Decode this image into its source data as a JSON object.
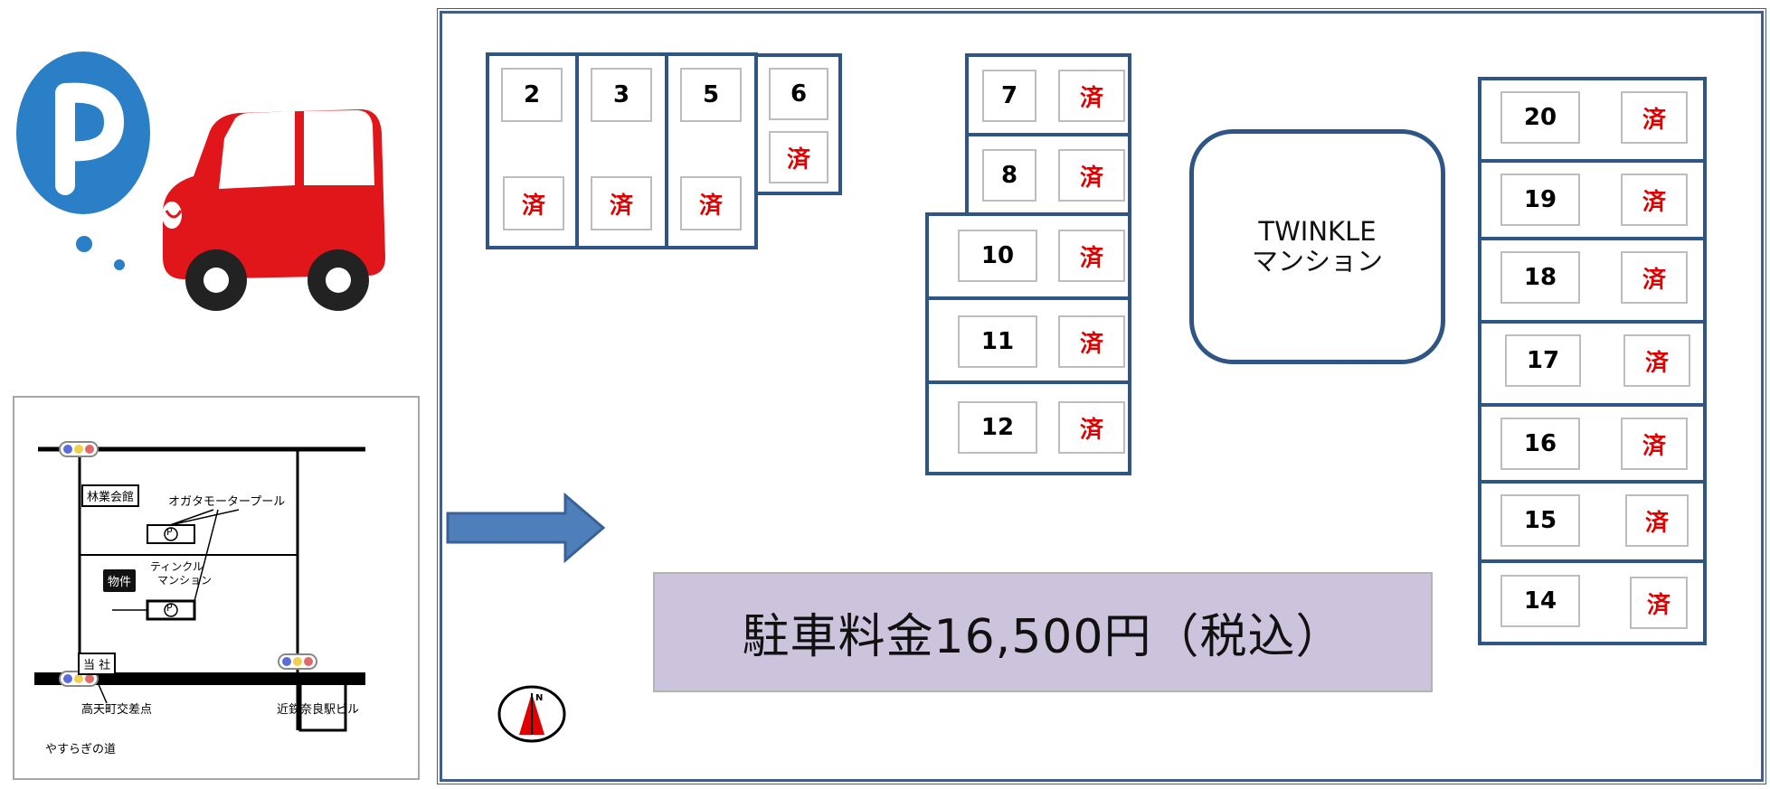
{
  "map": {
    "labels": {
      "forestry_hall": "林業会館",
      "ogata_pool": "オガタモータープール",
      "property": "物件",
      "twinkle_l1": "ティンクル",
      "twinkle_l2": "マンション",
      "company": "当 社",
      "takatenmachi": "高天町交差点",
      "kintetsu": "近鉄奈良駅ビル",
      "yasuragi": "やすらぎの道",
      "p1": "P",
      "p2": "P"
    }
  },
  "spaces": [
    {
      "number": "2",
      "status": "済"
    },
    {
      "number": "3",
      "status": "済"
    },
    {
      "number": "5",
      "status": "済"
    },
    {
      "number": "6",
      "status": "済"
    },
    {
      "number": "7",
      "status": "済"
    },
    {
      "number": "8",
      "status": "済"
    },
    {
      "number": "10",
      "status": "済"
    },
    {
      "number": "11",
      "status": "済"
    },
    {
      "number": "12",
      "status": "済"
    },
    {
      "number": "20",
      "status": "済"
    },
    {
      "number": "19",
      "status": "済"
    },
    {
      "number": "18",
      "status": "済"
    },
    {
      "number": "17",
      "status": "済"
    },
    {
      "number": "16",
      "status": "済"
    },
    {
      "number": "15",
      "status": "済"
    },
    {
      "number": "14",
      "status": "済"
    }
  ],
  "building": {
    "line1": "TWINKLE",
    "line2": "マンション"
  },
  "fee": {
    "text": "駐車料金16,500円（税込）"
  },
  "colors": {
    "space_border": "#2f5585",
    "done_text": "#e00000",
    "fee_background": "#ccc3dc",
    "arrow": "#4f7fba",
    "car": "#e0161b",
    "parking_sign": "#2a7fc6"
  },
  "icons": {
    "logo": "parking-car-icon",
    "arrow": "entrance-arrow-icon",
    "compass": "north-compass-icon"
  }
}
